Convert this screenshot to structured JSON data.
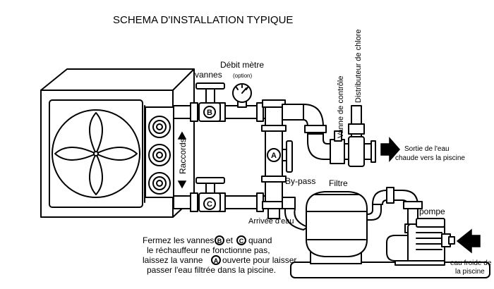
{
  "title": "SCHEMA D'INSTALLATION TYPIQUE",
  "labels": {
    "debit_metre": "Débit mètre",
    "option": "(option)",
    "vannes": "vannes",
    "vanne_controle": "Vanne de contrôle",
    "distributeur": "Distributeur de chlore",
    "raccords": "Raccords",
    "bypass": "By-pass",
    "filtre": "Filtre",
    "pompe": "pompe",
    "arrivee": "Arrivée d'eau",
    "sortie_l1": "Sortie de l'eau",
    "sortie_l2": "chaude vers la piscine",
    "froide_l1": "eau froide de",
    "froide_l2": "la piscine"
  },
  "valves": {
    "a": "A",
    "b": "B",
    "c": "C"
  },
  "instructions": {
    "l1_a": "Fermez les vannes",
    "l1_b": "et",
    "l1_c": "quand",
    "l2": "le réchauffeur ne fonctionne pas,",
    "l3_a": "laissez la vanne",
    "l3_b": "ouverte pour laisser",
    "l4": "passer l'eau filtrée dans la piscine."
  }
}
